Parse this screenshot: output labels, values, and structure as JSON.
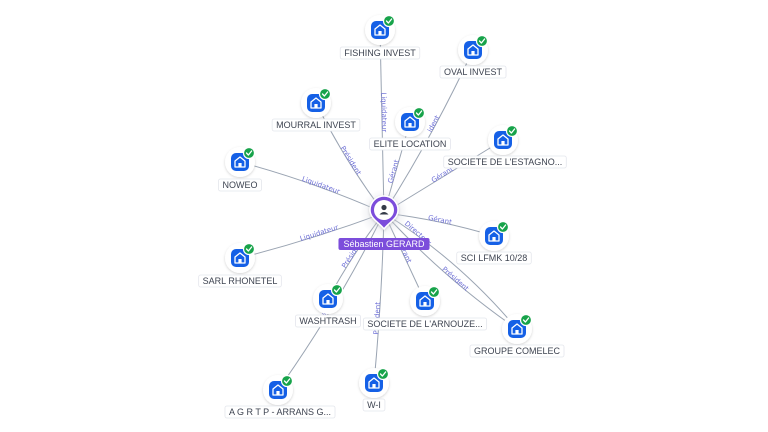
{
  "colors": {
    "company_icon": "#1560e6",
    "check_badge": "#17a34a",
    "person_marker": "#7c4ddb",
    "edge": "#9aa4b2",
    "edge_label": "#6d6fd6"
  },
  "center": {
    "name": "Sébastien GERARD",
    "icon": "person-icon"
  },
  "companies": [
    {
      "id": "fishing",
      "name": "FISHING INVEST",
      "icon": "company-building-icon",
      "verified": true
    },
    {
      "id": "oval",
      "name": "OVAL INVEST",
      "icon": "company-building-icon",
      "verified": true
    },
    {
      "id": "mourral",
      "name": "MOURRAL INVEST",
      "icon": "company-building-icon",
      "verified": true
    },
    {
      "id": "elite",
      "name": "ELITE LOCATION",
      "icon": "company-building-icon",
      "verified": true
    },
    {
      "id": "estagnol",
      "name": "SOCIETE DE L'ESTAGNO...",
      "icon": "company-building-icon",
      "verified": true
    },
    {
      "id": "noweo",
      "name": "NOWEO",
      "icon": "company-building-icon",
      "verified": true
    },
    {
      "id": "scilfmk",
      "name": "SCI LFMK 10/28",
      "icon": "company-building-icon",
      "verified": true
    },
    {
      "id": "rhonetel",
      "name": "SARL RHONETEL",
      "icon": "company-building-icon",
      "verified": true
    },
    {
      "id": "washtrash",
      "name": "WASHTRASH",
      "icon": "company-building-icon",
      "verified": true
    },
    {
      "id": "arnouze",
      "name": "SOCIETE DE L'ARNOUZE...",
      "icon": "company-building-icon",
      "verified": true
    },
    {
      "id": "comelec",
      "name": "GROUPE COMELEC",
      "icon": "company-building-icon",
      "verified": true
    },
    {
      "id": "agrtp",
      "name": "A G R T P - ARRANS G...",
      "icon": "company-building-icon",
      "verified": true
    },
    {
      "id": "wi",
      "name": "W-I",
      "icon": "company-building-icon",
      "verified": true
    }
  ],
  "edges": [
    {
      "to": "fishing",
      "label": "Liquidateur"
    },
    {
      "to": "oval",
      "label": "ident"
    },
    {
      "to": "mourral",
      "label": "Président"
    },
    {
      "to": "elite",
      "label": "Gérant"
    },
    {
      "to": "estagnol",
      "label": "Gérant"
    },
    {
      "to": "noweo",
      "label": "Liquidateur"
    },
    {
      "to": "scilfmk",
      "label": "Gérant"
    },
    {
      "to": "rhonetel",
      "label": "Liquidateur"
    },
    {
      "to": "washtrash",
      "label": "Président"
    },
    {
      "to": "arnouze",
      "label": "Gérant"
    },
    {
      "to": "comelec",
      "label": "Directeur"
    },
    {
      "to": "comelec",
      "label": "Président"
    },
    {
      "to": "agrtp",
      "label": "Gérant"
    },
    {
      "to": "wi",
      "label": "Président"
    }
  ]
}
